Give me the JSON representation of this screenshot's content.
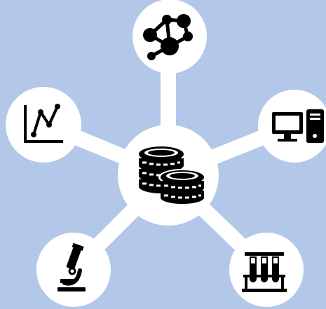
{
  "background_color": "#b3c8e8",
  "node_color": "#ffffff",
  "icon_color": "#000000",
  "center": {
    "icon": "coins-icon"
  },
  "satellites": [
    {
      "id": "molecule",
      "icon": "molecule-icon"
    },
    {
      "id": "computer",
      "icon": "computer-icon"
    },
    {
      "id": "test-tubes",
      "icon": "test-tubes-icon"
    },
    {
      "id": "microscope",
      "icon": "microscope-icon"
    },
    {
      "id": "line-chart",
      "icon": "line-chart-icon"
    }
  ]
}
